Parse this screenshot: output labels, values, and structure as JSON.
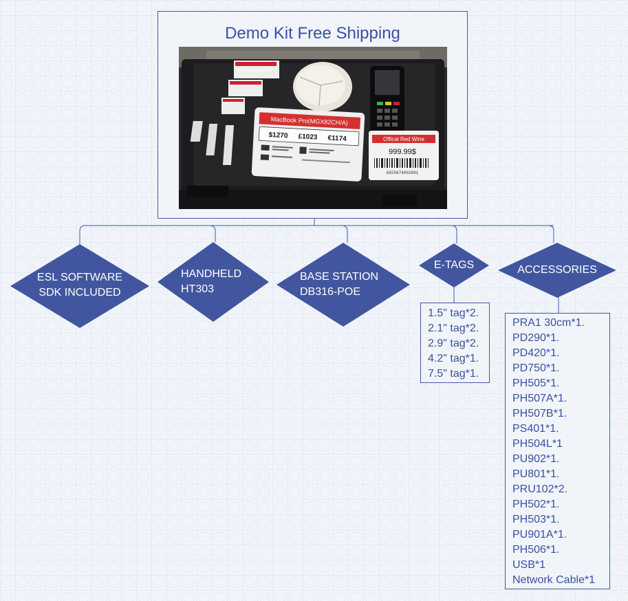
{
  "title": "Demo Kit Free Shipping",
  "photo": {
    "tag_small_1": "Crystal Sigma\n$13.00",
    "macbook_header": "MacBook Pro(MGX82CH/A)",
    "prices": [
      "$1270",
      "£1023",
      "€1174"
    ],
    "wine_header": "Offical Red Wine",
    "wine_price": "999.99$",
    "barcode_number": "6925674002861"
  },
  "nodes": [
    {
      "label": "ESL SOFTWARE\nSDK INCLUDED"
    },
    {
      "label": "HANDHELD\nHT303"
    },
    {
      "label": "BASE STATION\nDB316-POE"
    },
    {
      "label": "E-TAGS"
    },
    {
      "label": "ACCESSORIES"
    }
  ],
  "etags": [
    "1.5\" tag*2.",
    "2.1\" tag*2.",
    "2.9\" tag*2.",
    "4.2\" tag*1.",
    "7.5\" tag*1."
  ],
  "accessories": [
    "PRA1 30cm*1.",
    "PD290*1.",
    "PD420*1.",
    "PD750*1.",
    "PH505*1.",
    "PH507A*1.",
    "PH507B*1.",
    "PS401*1.",
    "PH504L*1",
    "PU902*1.",
    "PU801*1.",
    "PRU102*2.",
    "PH502*1.",
    "PH503*1.",
    "PU901A*1.",
    "PH506*1.",
    "USB*1",
    "Network Cable*1"
  ],
  "colors": {
    "diamond": "#4256a0",
    "line": "#45569e",
    "text": "#3a4fa0"
  }
}
